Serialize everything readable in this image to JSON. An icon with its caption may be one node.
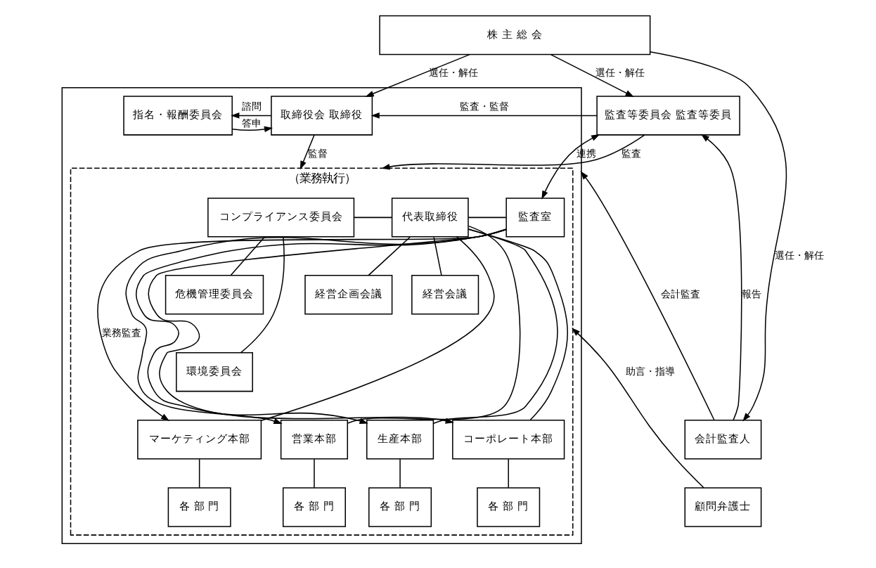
{
  "diagram": {
    "nodes": [
      {
        "text": [
          "株 主 総 会"
        ]
      },
      {
        "text": [],
        "shape": "box"
      },
      {
        "text": [
          "取締役会 取締役"
        ],
        "in": 1
      },
      {
        "text": [
          "指名・報酬委員会"
        ],
        "in": 1
      },
      {
        "text": [
          "（業務執行）"
        ],
        "in": 1
      },
      {
        "text": [
          "コンプライアンス委員会"
        ],
        "in": 4
      },
      {
        "text": [
          "代表取締役"
        ],
        "in": 4
      },
      {
        "text": [
          "監査室"
        ],
        "in": 4
      },
      {
        "text": [
          "危機管理委員会"
        ],
        "in": 4
      },
      {
        "text": [
          "環境委員会"
        ],
        "in": 4
      },
      {
        "text": [
          "経営企画会議"
        ],
        "in": 4
      },
      {
        "text": [
          "経営会議"
        ],
        "in": 4
      },
      {
        "text": [
          "マーケティング本部"
        ],
        "in": 4
      },
      {
        "text": [
          "営業本部"
        ],
        "in": 4
      },
      {
        "text": [
          "生産本部"
        ],
        "in": 4
      },
      {
        "text": [
          "コーポレート本部"
        ],
        "in": 4
      },
      {
        "text": [
          "各 部 門"
        ],
        "in": 4
      },
      {
        "text": [
          "各 部 門"
        ],
        "in": 4
      },
      {
        "text": [
          "各 部 門"
        ],
        "in": 4
      },
      {
        "text": [
          "各 部 門"
        ],
        "in": 4
      },
      {
        "text": [
          "監査等委員会 監査等委員"
        ]
      },
      {
        "text": [
          "会計監査人"
        ]
      },
      {
        "text": [
          "顧問弁護士"
        ]
      }
    ],
    "edges": [
      {
        "from": 0,
        "to": 2,
        "arrow": "to",
        "label": "選任・解任"
      },
      {
        "from": 0,
        "to": 20,
        "arrow": "to",
        "label": "選任・解任"
      },
      {
        "from": 0,
        "to": 21,
        "arrow": "to",
        "label": "選任・解任"
      },
      {
        "from": 2,
        "to": 3,
        "arrow": "to",
        "label": "諮問"
      },
      {
        "from": 3,
        "to": 2,
        "arrow": "to",
        "label": "答申"
      },
      {
        "from": 20,
        "to": 2,
        "arrow": "to",
        "label": "監査・監督"
      },
      {
        "from": 2,
        "to": 4,
        "arrow": "to",
        "label": "監督"
      },
      {
        "from": 7,
        "to": 20,
        "arrow": "both",
        "label": "連携"
      },
      {
        "from": 20,
        "to": 4,
        "arrow": "to",
        "label": "監査"
      },
      {
        "from": 21,
        "to": 20,
        "arrow": "to",
        "label": "報告"
      },
      {
        "from": 21,
        "to": 1,
        "arrow": "to",
        "label": "会計監査"
      },
      {
        "from": 22,
        "to": 4,
        "arrow": "to",
        "label": "助言・指導"
      },
      {
        "from": 5,
        "to": 6,
        "arrow": "none"
      },
      {
        "from": 6,
        "to": 7,
        "arrow": "none"
      },
      {
        "from": 5,
        "to": 8,
        "arrow": "none"
      },
      {
        "from": 5,
        "to": 9,
        "arrow": "none"
      },
      {
        "from": 6,
        "to": 10,
        "arrow": "none"
      },
      {
        "from": 6,
        "to": 11,
        "arrow": "none"
      },
      {
        "from": 6,
        "to": 12,
        "arrow": "none"
      },
      {
        "from": 6,
        "to": 13,
        "arrow": "none"
      },
      {
        "from": 6,
        "to": 14,
        "arrow": "none"
      },
      {
        "from": 6,
        "to": 15,
        "arrow": "none"
      },
      {
        "from": 7,
        "to": 12,
        "arrow": "to",
        "label": "業務監査"
      },
      {
        "from": 7,
        "to": 13,
        "arrow": "to"
      },
      {
        "from": 7,
        "to": 14,
        "arrow": "to"
      },
      {
        "from": 7,
        "to": 15,
        "arrow": "to"
      },
      {
        "from": 12,
        "to": 16,
        "arrow": "none"
      },
      {
        "from": 13,
        "to": 17,
        "arrow": "none"
      },
      {
        "from": 14,
        "to": 18,
        "arrow": "none"
      },
      {
        "from": 15,
        "to": 19,
        "arrow": "none"
      }
    ]
  }
}
